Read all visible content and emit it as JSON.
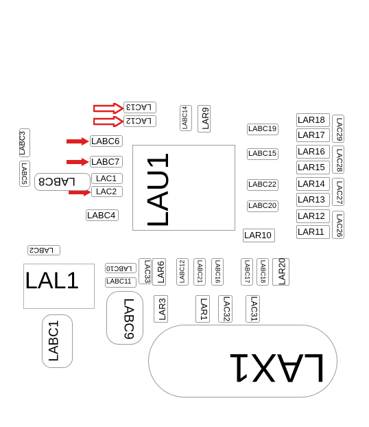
{
  "arrow_color": "#e02020",
  "labels": {
    "LAC13": "LAC13",
    "LAC12": "LAC12",
    "LABC6": "LABC6",
    "LABC7": "LABC7",
    "LAC1": "LAC1",
    "LAC2": "LAC2",
    "LABC4": "LABC4",
    "LABC8": "LABC8",
    "LABC3": "LABC3",
    "LABC5": "LABC5",
    "LABC14": "LABC14",
    "LAR9": "LAR9",
    "LAU1": "LAU1",
    "LABC19": "LABC19",
    "LABC15": "LABC15",
    "LABC22": "LABC22",
    "LABC20": "LABC20",
    "LAR10": "LAR10",
    "LAR18": "LAR18",
    "LAR17": "LAR17",
    "LAR16": "LAR16",
    "LAR15": "LAR15",
    "LAR14": "LAR14",
    "LAR13": "LAR13",
    "LAR12": "LAR12",
    "LAR11": "LAR11",
    "LAC29": "LAC29",
    "LAC28": "LAC28",
    "LAC27": "LAC27",
    "LAC26": "LAC26",
    "LABC2": "LABC2",
    "LAL1": "LAL1",
    "LABC10": "LABC10",
    "LABC11": "LABC11",
    "LAC33": "LAC33",
    "LAR6": "LAR6",
    "LABC12": "LABC12",
    "LABC21": "LABC21",
    "LABC16": "LABC16",
    "LABC17": "LABC17",
    "LABC18": "LABC18",
    "LAR20": "LAR20",
    "LAR3": "LAR3",
    "LAR1": "LAR1",
    "LAC32": "LAC32",
    "LAC31": "LAC31",
    "LABC9": "LABC9",
    "LABC1": "LABC1",
    "LAX1": "LAX1"
  }
}
